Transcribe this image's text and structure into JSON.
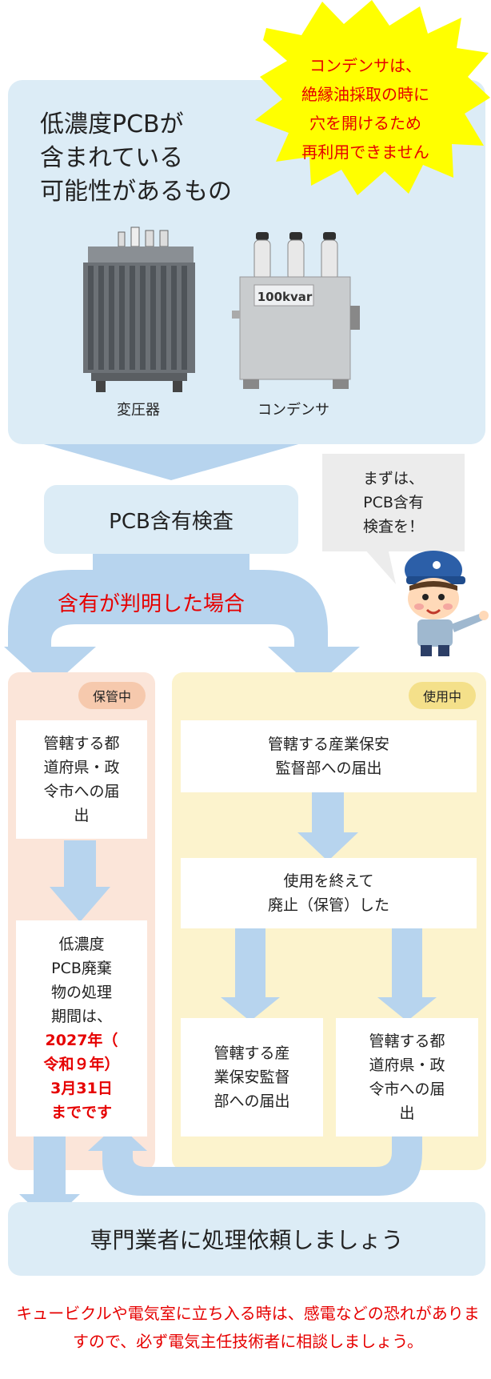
{
  "top": {
    "title_lines": [
      "低濃度PCBが",
      "含まれている",
      "可能性があるもの"
    ],
    "callout_lines": [
      "コンデンサは、",
      "絶縁油採取の時に",
      "穴を開けるため",
      "再利用できません"
    ],
    "transformer_label": "変圧器",
    "capacitor_label": "コンデンサ",
    "capacitor_plate": "100kvar"
  },
  "inspection": {
    "label": "PCB含有検査"
  },
  "mascot_speech": {
    "lines": [
      "まずは、",
      "PCB含有",
      "検査を！"
    ]
  },
  "found_label": "含有が判明した場合",
  "storage": {
    "badge": "保管中",
    "step1_lines": [
      "管轄する都",
      "道府県・政",
      "令市への届",
      "出"
    ],
    "deadline_lines": [
      "低濃度",
      "PCB廃棄",
      "物の処理",
      "期間は、"
    ],
    "deadline_red_lines": [
      "2027年（",
      "令和９年）",
      "3月31日",
      "までです"
    ]
  },
  "in_use": {
    "badge": "使用中",
    "step1_lines": [
      "管轄する産業保安",
      "監督部への届出"
    ],
    "step2_lines": [
      "使用を終えて",
      "廃止（保管）した"
    ],
    "step3a_lines": [
      "管轄する産",
      "業保安監督",
      "部への届出"
    ],
    "step3b_lines": [
      "管轄する都",
      "道府県・政",
      "令市への届",
      "出"
    ]
  },
  "final": {
    "label": "専門業者に処理依頼しましょう"
  },
  "note": "キュービクルや電気室に立ち入る時は、感電などの恐れがありますので、必ず電気主任技術者に相談しましょう。",
  "colors": {
    "panel_blue": "#dcecf6",
    "arrow_blue": "#b7d4ee",
    "storage_bg": "#fbe5d9",
    "inuse_bg": "#fcf3cd",
    "alert_red": "#e60000",
    "burst_yellow": "#ffff00"
  }
}
